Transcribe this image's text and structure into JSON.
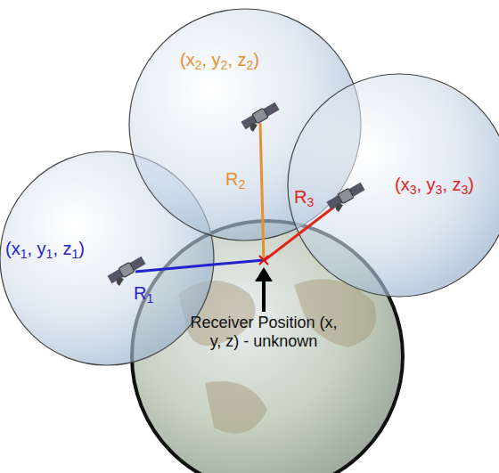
{
  "diagram": {
    "labels": [
      "(x1, y1, z1)",
      "(x2, y2, z2)",
      "(x3, y3, z3)",
      "R1",
      "R2",
      "R3",
      "Receiver Position (x, y, z) - unknown"
    ]
  }
}
